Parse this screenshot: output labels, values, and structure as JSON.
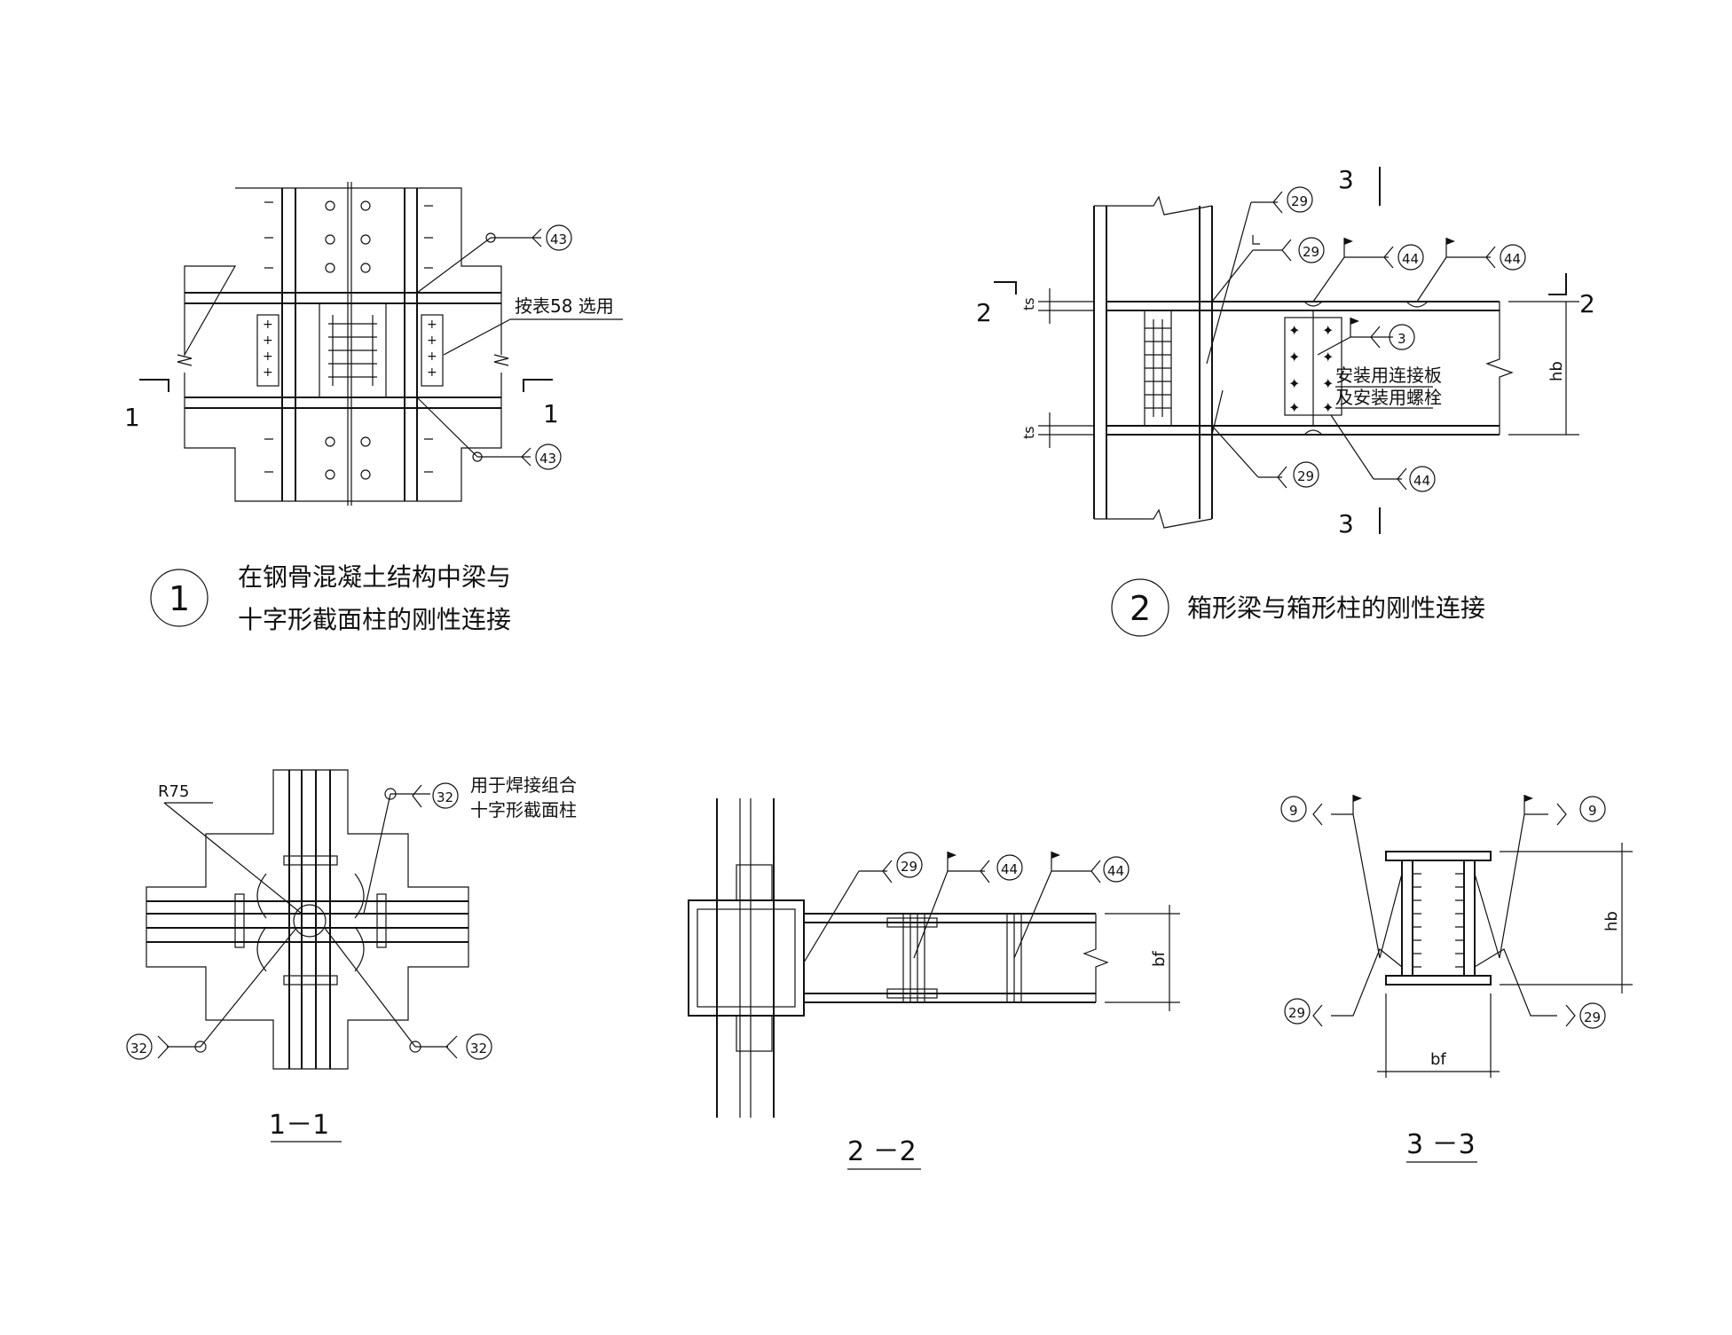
{
  "drawing": {
    "detail1": {
      "number": "1",
      "title_line1": "在钢骨混凝土结构中梁与",
      "title_line2": "十字形截面柱的刚性连接",
      "note": "按表58 选用",
      "section_mark": "1",
      "weld_refs": [
        "43",
        "43"
      ]
    },
    "detail2": {
      "number": "2",
      "title": "箱形梁与箱形柱的刚性连接",
      "section_mark_left": "2",
      "section_mark_right": "2",
      "section_mark_top": "3",
      "section_mark_bottom": "3",
      "note_line1": "安装用连接板",
      "note_line2": "及安装用螺栓",
      "dim_ts": "ts",
      "dim_hb": "hb",
      "weld_refs": [
        "29",
        "29",
        "44",
        "44",
        "3",
        "29",
        "44"
      ]
    },
    "section11": {
      "label": "1－1",
      "radius_note": "R75",
      "note_line1": "用于焊接组合",
      "note_line2": "十字形截面柱",
      "weld_refs": [
        "32",
        "32",
        "32"
      ]
    },
    "section22": {
      "label": "2 －2",
      "dim_bf": "bf",
      "weld_refs": [
        "29",
        "44",
        "44"
      ]
    },
    "section33": {
      "label": "3 －3",
      "dim_hb": "hb",
      "dim_bf": "bf",
      "weld_refs": [
        "9",
        "9",
        "29",
        "29"
      ]
    }
  }
}
